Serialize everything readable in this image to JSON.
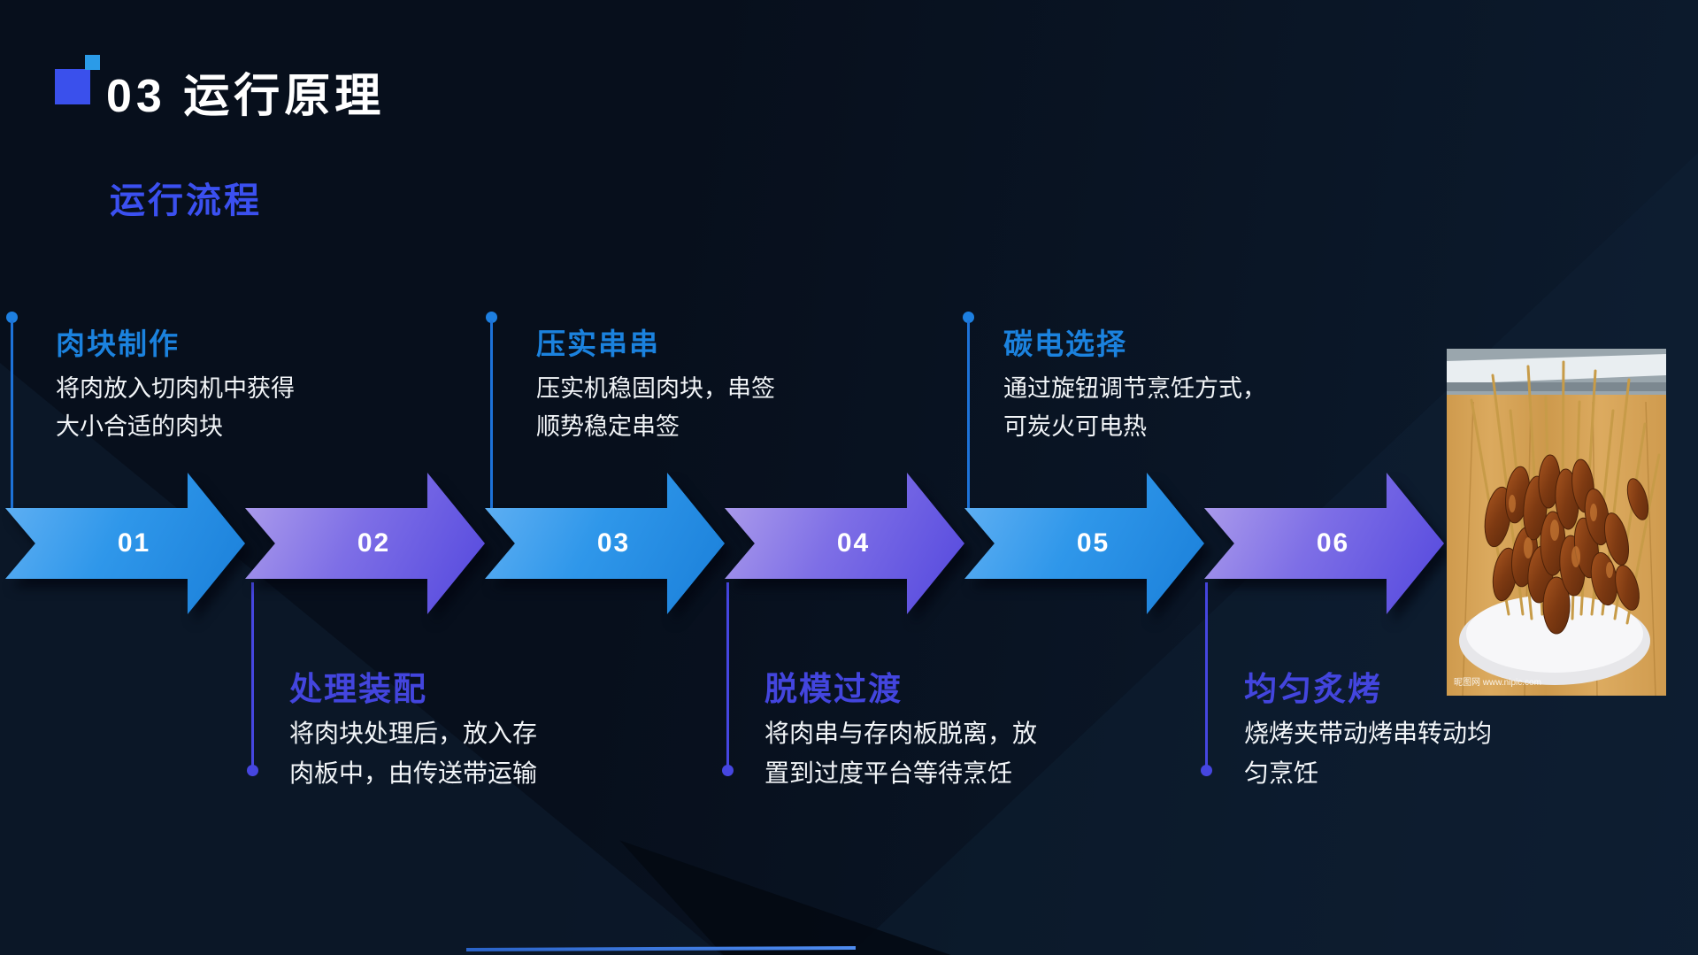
{
  "slide": {
    "section_number": "03",
    "title": "运行原理",
    "subtitle": "运行流程"
  },
  "flow": {
    "steps": [
      {
        "num": "01",
        "title": "肉块制作",
        "desc1": "将肉放入切肉机中获得",
        "desc2": "大小合适的肉块",
        "position": "top"
      },
      {
        "num": "02",
        "title": "处理装配",
        "desc1": "将肉块处理后，放入存",
        "desc2": "肉板中，由传送带运输",
        "position": "bottom"
      },
      {
        "num": "03",
        "title": "压实串串",
        "desc1": "压实机稳固肉块，串签",
        "desc2": "顺势稳定串签",
        "position": "top"
      },
      {
        "num": "04",
        "title": "脱模过渡",
        "desc1": "将肉串与存肉板脱离，放",
        "desc2": "置到过度平台等待烹饪",
        "position": "bottom"
      },
      {
        "num": "05",
        "title": "碳电选择",
        "desc1": "通过旋钮调节烹饪方式，",
        "desc2": "可炭火可电热",
        "position": "top"
      },
      {
        "num": "06",
        "title": "均匀炙烤",
        "desc1": "烧烤夹带动烤串转动均",
        "desc2": "匀烹饪",
        "position": "bottom"
      }
    ]
  },
  "image": {
    "watermark": "昵图网 www.nipic.com"
  },
  "colors": {
    "background": "#070f1c",
    "title_text": "#ffffff",
    "subtitle_accent": "#3b50f0",
    "top_step_accent": "#1b82de",
    "bottom_step_accent": "#4345de",
    "arrow_blue_start": "#64b2f4",
    "arrow_blue_end": "#1a7fd9",
    "arrow_purple_start": "#b0a0ec",
    "arrow_purple_end": "#5347de",
    "logo_square_big": "#3a50ec",
    "logo_square_small": "#2b9be8"
  }
}
